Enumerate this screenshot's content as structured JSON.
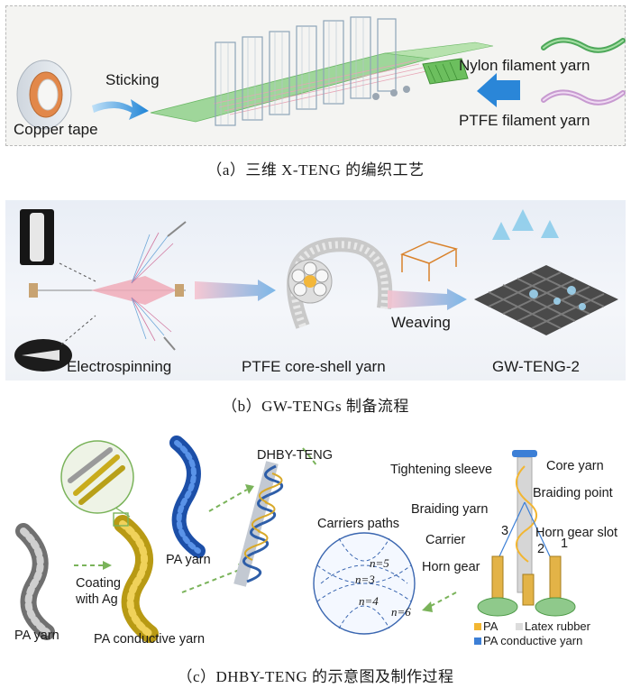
{
  "panel_a": {
    "labels": {
      "copper_tape": "Copper tape",
      "sticking": "Sticking",
      "nylon": "Nylon filament yarn",
      "ptfe": "PTFE filament yarn"
    },
    "caption": "（a）三维 X-TENG 的编织工艺"
  },
  "panel_b": {
    "labels": {
      "electrospinning": "Electrospinning",
      "core_shell": "PTFE core-shell yarn",
      "weaving": "Weaving",
      "gw_teng2": "GW-TENG-2"
    },
    "caption": "（b）GW-TENGs 制备流程"
  },
  "panel_c": {
    "labels": {
      "dhby_teng": "DHBY-TENG",
      "pa_yarn_blue": "PA yarn",
      "pa_yarn_gray": "PA yarn",
      "coating": "Coating",
      "with_ag": "with Ag",
      "pa_conductive": "PA conductive yarn",
      "carriers_paths": "Carriers paths",
      "n5": "n=5",
      "n3": "n=3",
      "n4": "n=4",
      "n6": "n=6",
      "tightening_sleeve": "Tightening sleeve",
      "core_yarn": "Core yarn",
      "braiding_point": "Braiding point",
      "braiding_yarn": "Braiding yarn",
      "carrier": "Carrier",
      "horn_gear_slot": "Horn gear slot",
      "horn_gear": "Horn gear",
      "num1": "1",
      "num2": "2",
      "num3": "3"
    },
    "legend": {
      "pa": "PA",
      "latex": "Latex rubber",
      "pa_conductive": "PA conductive yarn"
    },
    "colors": {
      "pa": "#f2b632",
      "latex": "#dcdcdc",
      "pa_conductive": "#3c7fd6"
    },
    "caption": "（c）DHBY-TENG 的示意图及制作过程"
  }
}
